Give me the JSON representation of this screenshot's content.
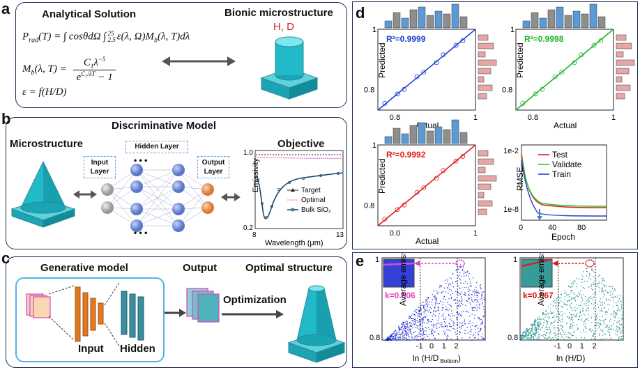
{
  "panels": {
    "a": "a",
    "b": "b",
    "c": "c",
    "d": "d",
    "e": "e"
  },
  "a": {
    "title": "Analytical Solution",
    "eq1": "P_rad(T) = ∫ cosθdΩ ∫ 2.5 25 ε(λ, Ω)M_b(λ, T)dλ",
    "eq1_lhs": "P",
    "eq1_sub": "rad",
    "eq1_arg": "(T) = ∫ cosθdΩ ∫",
    "eq1_lo": "2.5",
    "eq1_hi": "25",
    "eq1_rest": "ε(λ,  Ω)M",
    "eq1_sub2": "b",
    "eq1_end": "(λ,  T)dλ",
    "eq2_lhs": "M",
    "eq2_sub": "b",
    "eq2_arg": "(λ,  T) =",
    "eq2_num": "C",
    "eq2_num_sub": "1",
    "eq2_num_rest": "λ",
    "eq2_num_exp": "−5",
    "eq2_den": "e",
    "eq2_den_exp": "C₂/λT",
    "eq2_den_rest": " − 1",
    "eq3": "ε = f(H/D)",
    "bionic_title": "Bionic microstructure",
    "bionic_params": "H, D"
  },
  "b": {
    "title": "Discriminative Model",
    "microstructure": "Microstructure",
    "input_layer": "Input Layer",
    "hidden_layer": "Hidden Layer",
    "output_layer": "Output Layer",
    "objective": "Objective",
    "dots": "• • •",
    "plot": {
      "ylabel": "Emissivity",
      "xlabel": "Wavelength (μm)",
      "ytick_top": "1.0",
      "ytick_bottom": "0.2",
      "xtick_left": "8",
      "xtick_right": "13",
      "legend": [
        "Target",
        "Optimal",
        "Bulk SiO₂"
      ]
    }
  },
  "c": {
    "generative": "Generative model",
    "input": "Input",
    "hidden": "Hidden",
    "output": "Output",
    "optimization": "Optimization",
    "optimal": "Optimal structure"
  },
  "d": {
    "plots": [
      {
        "r2": "R²=0.9999",
        "color": "#1f3fcf",
        "ylabel": "Predicted",
        "xlabel": "Actual",
        "ytop": "1",
        "ymid": "0.8",
        "xl": "0.8",
        "xr": "1"
      },
      {
        "r2": "R²=0.9998",
        "color": "#18b52a",
        "ylabel": "Predicted",
        "xlabel": "Actual",
        "ytop": "1",
        "ymid": "0.8",
        "xl": "0.8",
        "xr": "1"
      },
      {
        "r2": "R²=0.9992",
        "color": "#e01b1b",
        "ylabel": "Predicted",
        "xlabel": "Actual",
        "ytop": "1",
        "ymid": "0.8",
        "xl": "0.0",
        "xr": "1"
      }
    ],
    "rmse": {
      "ylabel": "RMSE",
      "xlabel": "Epoch",
      "yticks": [
        "1e-2",
        "1e-8"
      ],
      "xticks": [
        "0",
        "40",
        "80"
      ],
      "legend": [
        {
          "name": "Test",
          "color": "#e01b1b"
        },
        {
          "name": "Validate",
          "color": "#22c82a"
        },
        {
          "name": "Train",
          "color": "#1f3fcf"
        }
      ]
    }
  },
  "e": {
    "left": {
      "ylabel": "Average emissivity",
      "xlabel": "ln (H/D",
      "xsub": "Bottom",
      "xclose": ")",
      "k": "k=0.006",
      "ytop": "1",
      "ybot": "0.8",
      "xticks": [
        "-1",
        "0",
        "1",
        "2"
      ],
      "color": "#1020d0"
    },
    "right": {
      "ylabel": "Average emissivity",
      "xlabel": "ln (H/D)",
      "k": "k=0.067",
      "ytop": "1",
      "ybot": "0.8",
      "xticks": [
        "-1",
        "0",
        "1",
        "2"
      ],
      "color": "#148a88"
    }
  }
}
